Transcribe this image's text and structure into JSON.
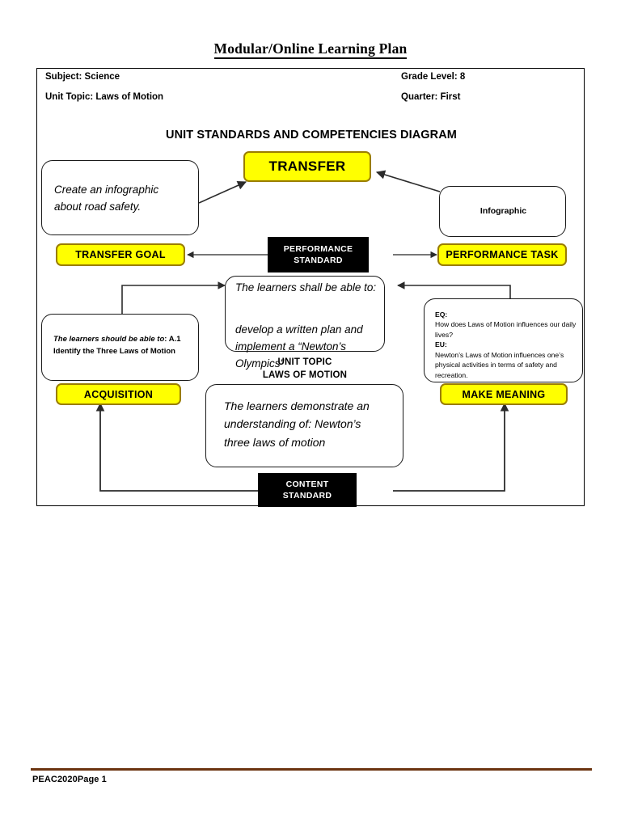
{
  "document": {
    "title": "Modular/Online Learning Plan",
    "footer_text": "PEAC2020Page 1",
    "footer_rule_color": "#6b3410"
  },
  "header": {
    "subject": "Subject: Science",
    "grade_level": "Grade Level: 8",
    "unit_topic": "Unit Topic: Laws of Motion",
    "quarter": "Quarter: First"
  },
  "diagram": {
    "title": "UNIT STANDARDS AND COMPETENCIES DIAGRAM",
    "colors": {
      "highlight_fill": "#ffff00",
      "highlight_border": "#9a7d00",
      "label_fill": "#000000",
      "label_text": "#ffffff",
      "box_border": "#1a1a1a"
    },
    "nodes": {
      "transfer": "TRANSFER",
      "transfer_goal": "TRANSFER GOAL",
      "performance_task": "PERFORMANCE TASK",
      "acquisition": "ACQUISITION",
      "make_meaning": "MAKE MEANING",
      "performance_standard_line1": "PERFORMANCE",
      "performance_standard_line2": "STANDARD",
      "content_standard_line1": "CONTENT",
      "content_standard_line2": "STANDARD",
      "transfer_goal_text": "Create an infographic about road safety.",
      "performance_task_text": "Infographic",
      "unit_topic_label_line1": "UNIT TOPIC",
      "unit_topic_label_line2": "LAWS OF MOTION",
      "performance_standard_text_line1": "The learners shall be able to:",
      "performance_standard_text_line2": "develop a written plan and implement a “Newton’s Olympics”",
      "acquisition_text_lead": "The learners should be able to",
      "acquisition_text_body": ": A.1 Identify the Three Laws of Motion",
      "make_meaning_eq_label": "EQ:",
      "make_meaning_eq_text": " How does Laws of Motion influences our daily lives?",
      "make_meaning_eu_label": "EU:",
      "make_meaning_eu_text": "Newton’s Laws of Motion influences one’s physical activities in terms of safety and recreation.",
      "content_standard_text": "The learners demonstrate an understanding of: Newton’s three laws of motion"
    }
  }
}
